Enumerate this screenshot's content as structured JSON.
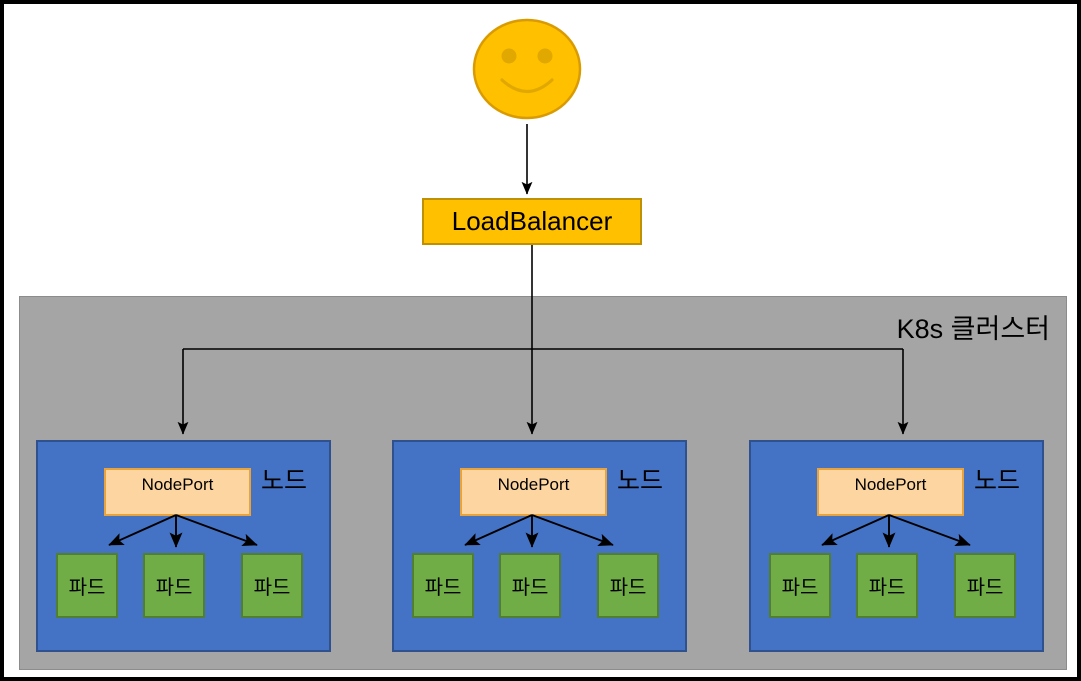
{
  "diagram": {
    "title_label": "K8s 클러스터",
    "client": {
      "icon": "smiley-face-icon",
      "face_fill": "#FFC000",
      "face_stroke": "#D99B00"
    },
    "load_balancer": {
      "label": "LoadBalancer",
      "fill": "#FFC000",
      "stroke": "#BF9000"
    },
    "cluster": {
      "label": "K8s 클러스터",
      "fill": "#A5A5A5",
      "stroke": "#8C8C8C"
    },
    "node_fill": "#4472C4",
    "node_stroke": "#2F528F",
    "nodeport_fill": "#FCD5A0",
    "nodeport_stroke": "#E8A33D",
    "pod_fill": "#70AD47",
    "pod_stroke": "#507E32",
    "arrow_color": "#000000",
    "nodes": [
      {
        "label": "노드",
        "nodeport_label": "NodePort",
        "pods": [
          {
            "label": "파드"
          },
          {
            "label": "파드"
          },
          {
            "label": "파드"
          }
        ]
      },
      {
        "label": "노드",
        "nodeport_label": "NodePort",
        "pods": [
          {
            "label": "파드"
          },
          {
            "label": "파드"
          },
          {
            "label": "파드"
          }
        ]
      },
      {
        "label": "노드",
        "nodeport_label": "NodePort",
        "pods": [
          {
            "label": "파드"
          },
          {
            "label": "파드"
          },
          {
            "label": "파드"
          }
        ]
      }
    ]
  }
}
